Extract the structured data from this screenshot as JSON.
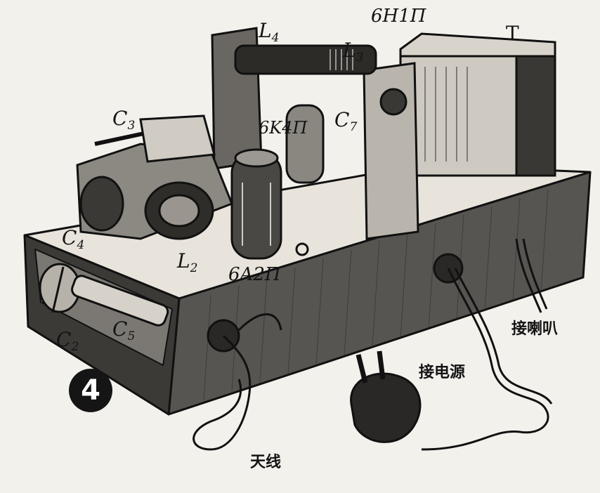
{
  "figure": {
    "number": "4",
    "components": {
      "L4": {
        "letter": "L",
        "sub": "4"
      },
      "L3": {
        "letter": "L",
        "sub": "3"
      },
      "tube1": "6H1П",
      "T": "T",
      "C3": {
        "letter": "C",
        "sub": "3"
      },
      "tube2": "6K4П",
      "C7": {
        "letter": "C",
        "sub": "7"
      },
      "C4": {
        "letter": "C",
        "sub": "4"
      },
      "L2": {
        "letter": "L",
        "sub": "2"
      },
      "tube3": "6A2П",
      "C2": {
        "letter": "C",
        "sub": "2"
      },
      "C5": {
        "letter": "C",
        "sub": "5"
      }
    },
    "connections": {
      "speaker": "接喇叭",
      "power": "接电源",
      "antenna": "天线"
    }
  }
}
